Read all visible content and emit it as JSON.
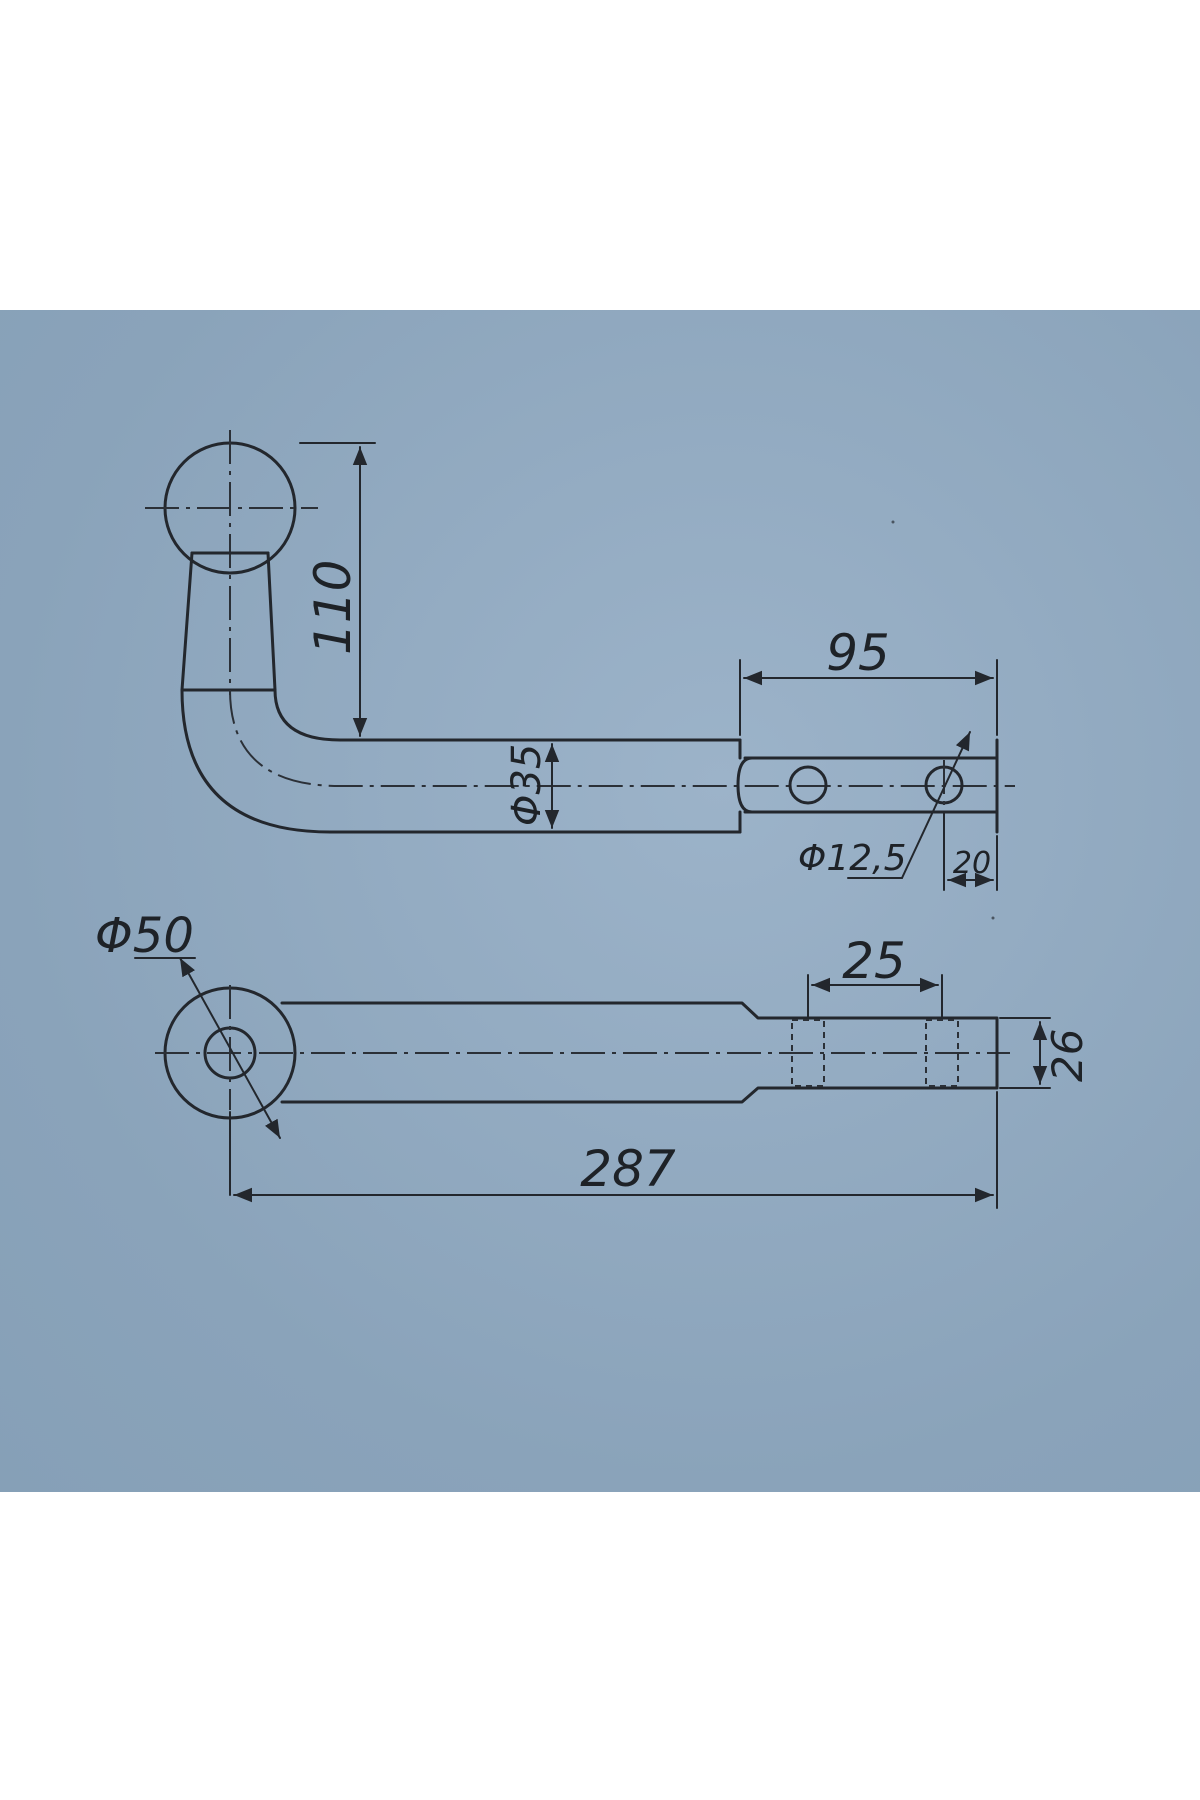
{
  "drawing": {
    "top_view": {
      "height_dim": "110",
      "plate_length_dim": "95",
      "bar_diameter_dim": "Φ35",
      "hole_diameter_dim": "Φ12,5",
      "end_offset_dim": "20"
    },
    "side_view": {
      "ball_diameter_dim": "Φ50",
      "hole_spacing_dim": "25",
      "plate_width_dim": "26",
      "total_length_dim": "287"
    }
  }
}
